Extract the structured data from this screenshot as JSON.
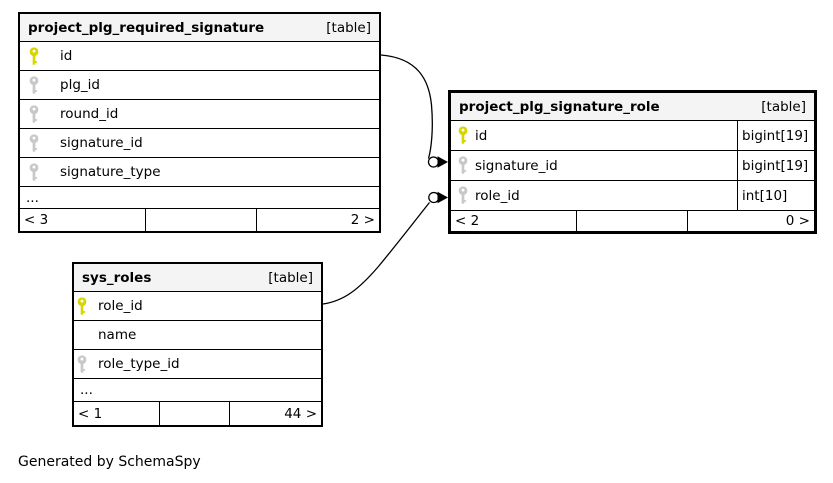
{
  "diagram": {
    "footer_note": "Generated by SchemaSpy",
    "colors": {
      "primary_key": "#d6d600",
      "foreign_key": "#c8c8c8",
      "header_bg": "#f4f4f4",
      "border": "#000000"
    }
  },
  "tables": {
    "required_signature": {
      "name": "project_plg_required_signature",
      "type_label": "[table]",
      "columns": [
        {
          "name": "id",
          "icon": "primary-key-icon"
        },
        {
          "name": "plg_id",
          "icon": "foreign-key-icon"
        },
        {
          "name": "round_id",
          "icon": "foreign-key-icon"
        },
        {
          "name": "signature_id",
          "icon": "foreign-key-icon"
        },
        {
          "name": "signature_type",
          "icon": "foreign-key-icon"
        }
      ],
      "more_columns": "...",
      "stats": {
        "children": "< 3",
        "parents": "2 >"
      }
    },
    "signature_role": {
      "name": "project_plg_signature_role",
      "type_label": "[table]",
      "columns": [
        {
          "name": "id",
          "icon": "primary-key-icon",
          "type": "bigint[19]"
        },
        {
          "name": "signature_id",
          "icon": "foreign-key-icon",
          "type": "bigint[19]"
        },
        {
          "name": "role_id",
          "icon": "foreign-key-icon",
          "type": "int[10]"
        }
      ],
      "stats": {
        "children": "< 2",
        "parents": "0 >"
      }
    },
    "sys_roles": {
      "name": "sys_roles",
      "type_label": "[table]",
      "columns": [
        {
          "name": "role_id",
          "icon": "primary-key-icon"
        },
        {
          "name": "name",
          "icon": "none"
        },
        {
          "name": "role_type_id",
          "icon": "foreign-key-icon"
        }
      ],
      "more_columns": "...",
      "stats": {
        "children": "< 1",
        "parents": "44 >"
      }
    }
  }
}
